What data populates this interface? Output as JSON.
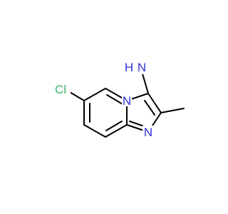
{
  "molecule": {
    "atoms": {
      "chlorine": {
        "symbol": "Cl",
        "color": "#3cb371"
      },
      "amine_n": {
        "symbol": "N"
      },
      "amine_h2": {
        "symbol": "H"
      },
      "bridge_n": {
        "symbol": "N"
      },
      "ring_n": {
        "symbol": "N"
      }
    },
    "colors": {
      "nitrogen": "#2f2fd6",
      "bond": "#000000",
      "background": "#ffffff"
    }
  }
}
